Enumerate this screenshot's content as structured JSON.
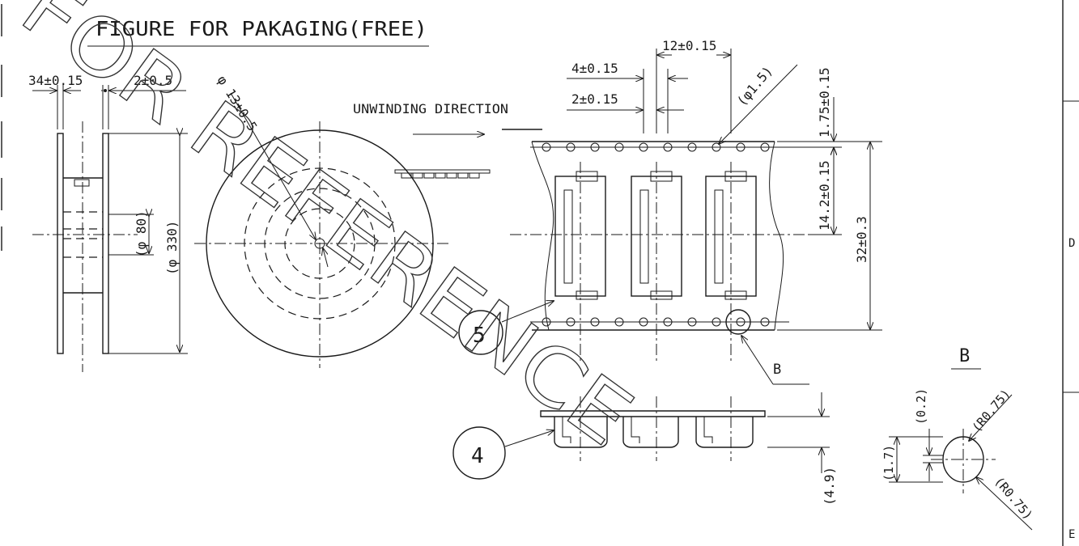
{
  "drawing": {
    "title": "FIGURE FOR PAKAGING(FREE)",
    "watermark": "FOR REFERENCE",
    "direction_label": "UNWINDING DIRECTION",
    "reel": {
      "flange_thickness": "34±0.15",
      "gap": "2±0.5",
      "hole_dia": "φ 13±0.5",
      "hub_dia": "(φ 80)",
      "reel_dia": "(φ 330)"
    },
    "tape": {
      "pitch": "12±0.15",
      "hole_pitch": "4±0.15",
      "offset": "2±0.15",
      "hole_dia": "(φ1.5)",
      "edge": "1.75±0.15",
      "center": "14.2±0.15",
      "width": "32±0.3",
      "callout_5": "5",
      "callout_b": "B"
    },
    "section": {
      "callout_4": "4",
      "depth": "(4.9)"
    },
    "detail_b": {
      "title": "B",
      "d1": "(0.2)",
      "d2": "(1.7)",
      "r1": "(R0.75)",
      "r2": "(R0.75)"
    },
    "frame": {
      "zone_d": "D",
      "zone_e": "E"
    }
  }
}
